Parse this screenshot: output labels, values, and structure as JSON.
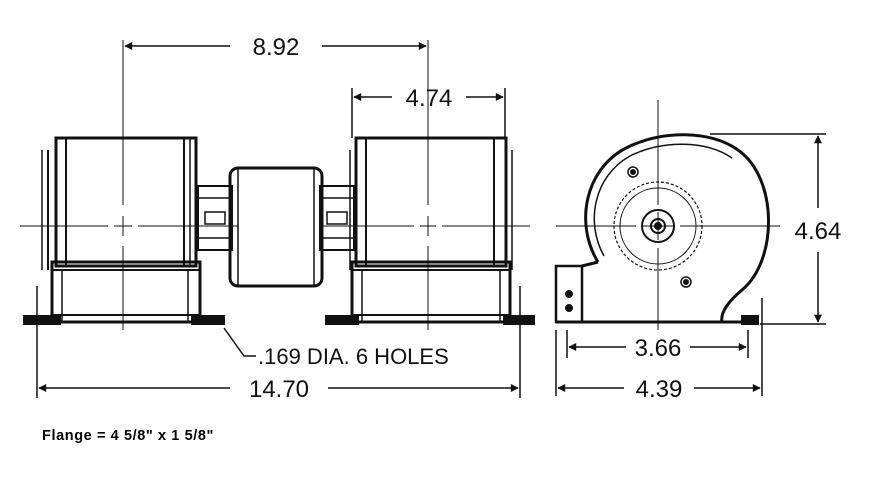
{
  "dimensions": {
    "shaft_centers": "8.92",
    "wheel_width": "4.74",
    "overall_length": "14.70",
    "height": "4.64",
    "flange_base_width": "3.66",
    "housing_width": "4.39"
  },
  "holes_note": ".169 DIA. 6 HOLES",
  "flange_note": "Flange = 4 5/8\" x 1 5/8\""
}
